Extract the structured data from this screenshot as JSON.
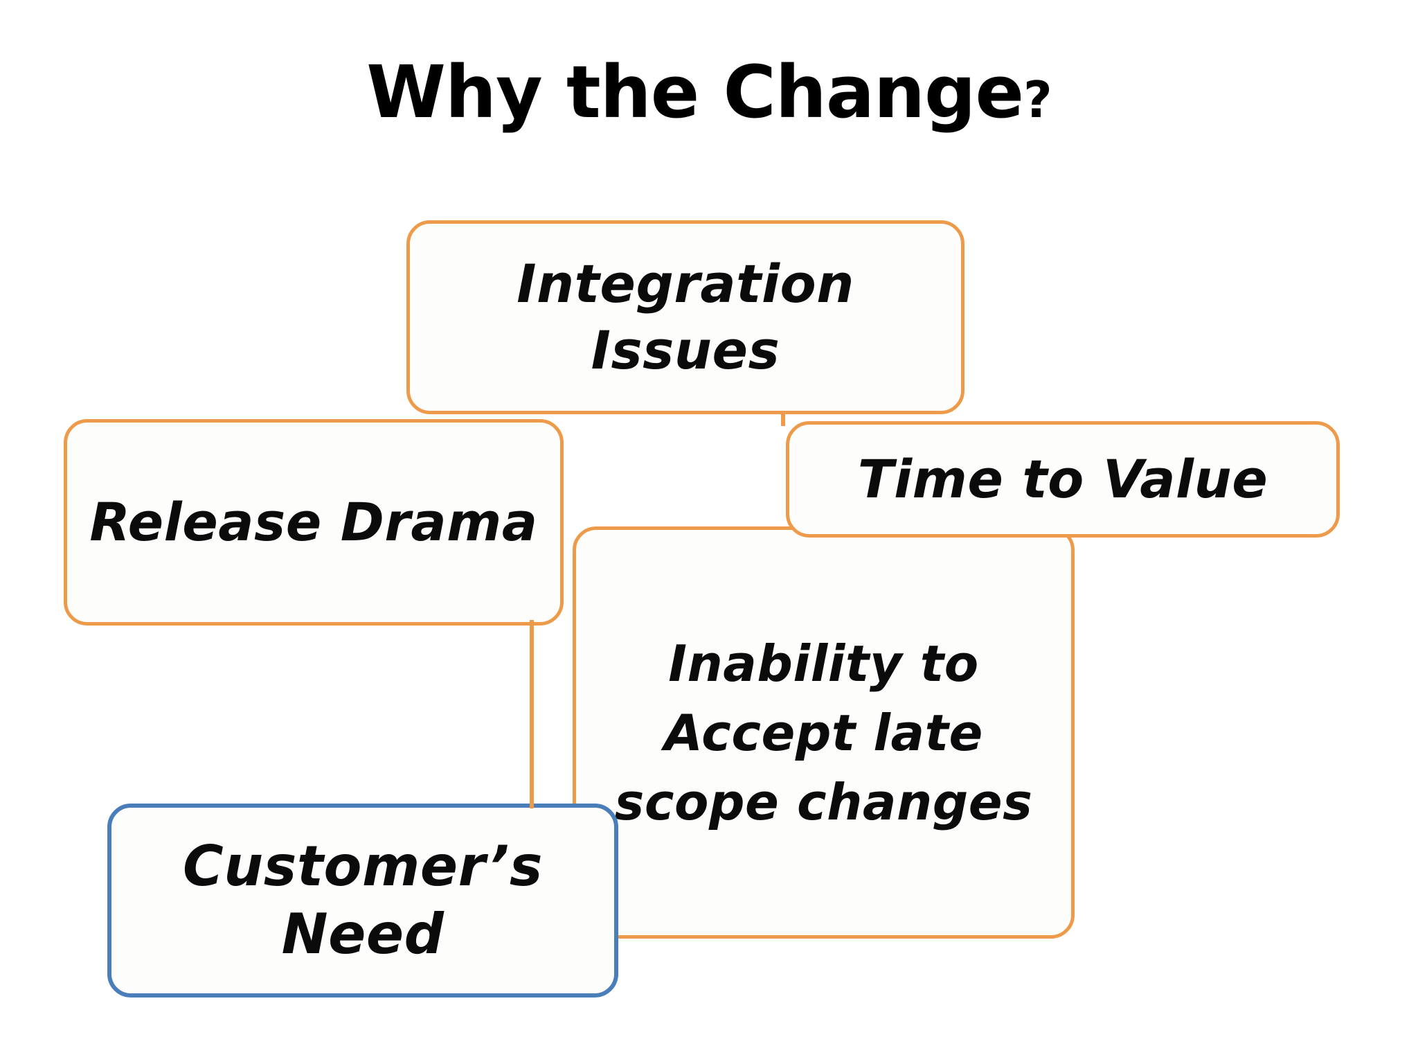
{
  "slide": {
    "background_color": "#FFFFFF",
    "title": {
      "main": "Why the Change",
      "mark": "?"
    }
  },
  "palette": {
    "orange_border": "#ED9B4A",
    "blue_border": "#4A7EBB",
    "box_fill": "#FDFDFC",
    "text_color": "#0B0B0B",
    "title_color": "#000000"
  },
  "diagram": {
    "type": "mindmap-boxes",
    "nodes": [
      {
        "id": "integration-issues",
        "label": "Integration Issues",
        "lines": [
          "Integration",
          "Issues"
        ],
        "border_color": "#ED9B4A",
        "accent": "orange"
      },
      {
        "id": "release-drama",
        "label": "Release Drama",
        "lines": [
          "Release",
          "Drama"
        ],
        "border_color": "#ED9B4A",
        "accent": "orange"
      },
      {
        "id": "time-to-value",
        "label": "Time to Value",
        "lines": [
          "Time to Value"
        ],
        "border_color": "#ED9B4A",
        "accent": "orange"
      },
      {
        "id": "inability-late-scope",
        "label": "Inability to Accept late scope changes",
        "lines": [
          "Inability to",
          "Accept late",
          "scope",
          "changes"
        ],
        "border_color": "#ED9B4A",
        "accent": "orange"
      },
      {
        "id": "customers-need",
        "label": "Customer’s Need",
        "lines": [
          "Customer’s",
          "Need"
        ],
        "border_color": "#4A7EBB",
        "accent": "blue"
      }
    ],
    "connectors": [
      {
        "id": "release-to-customer",
        "from": "release-drama",
        "to": "customers-need",
        "color": "#ED9B4A",
        "orientation": "vertical"
      },
      {
        "id": "integration-stub",
        "from": "integration-issues",
        "to": "time-to-value",
        "color": "#ED9B4A",
        "orientation": "vertical"
      }
    ]
  }
}
